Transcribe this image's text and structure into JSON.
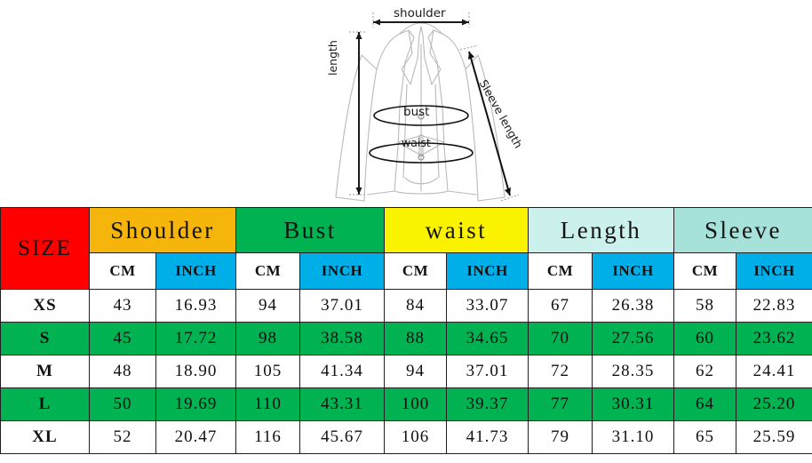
{
  "diagram": {
    "garment": "blazer-line-drawing",
    "labels": {
      "shoulder": "shoulder",
      "length": "length",
      "bust": "bust",
      "waist": "waist",
      "sleeve_length": "Sleeve length"
    }
  },
  "table": {
    "size_header": "SIZE",
    "groups": [
      {
        "label": "Shoulder",
        "color": "#f5b50b"
      },
      {
        "label": "Bust",
        "color": "#00b251"
      },
      {
        "label": "waist",
        "color": "#fbf200"
      },
      {
        "label": "Length",
        "color": "#ccf1ec"
      },
      {
        "label": "Sleeve",
        "color": "#a6e2da"
      }
    ],
    "units": {
      "cm": "CM",
      "inch": "INCH"
    },
    "rows": [
      {
        "size": "XS",
        "stripe": "white",
        "shoulder_cm": "43",
        "shoulder_inch": "16.93",
        "bust_cm": "94",
        "bust_inch": "37.01",
        "waist_cm": "84",
        "waist_inch": "33.07",
        "length_cm": "67",
        "length_inch": "26.38",
        "sleeve_cm": "58",
        "sleeve_inch": "22.83"
      },
      {
        "size": "S",
        "stripe": "green",
        "shoulder_cm": "45",
        "shoulder_inch": "17.72",
        "bust_cm": "98",
        "bust_inch": "38.58",
        "waist_cm": "88",
        "waist_inch": "34.65",
        "length_cm": "70",
        "length_inch": "27.56",
        "sleeve_cm": "60",
        "sleeve_inch": "23.62"
      },
      {
        "size": "M",
        "stripe": "white",
        "shoulder_cm": "48",
        "shoulder_inch": "18.90",
        "bust_cm": "105",
        "bust_inch": "41.34",
        "waist_cm": "94",
        "waist_inch": "37.01",
        "length_cm": "72",
        "length_inch": "28.35",
        "sleeve_cm": "62",
        "sleeve_inch": "24.41"
      },
      {
        "size": "L",
        "stripe": "green",
        "shoulder_cm": "50",
        "shoulder_inch": "19.69",
        "bust_cm": "110",
        "bust_inch": "43.31",
        "waist_cm": "100",
        "waist_inch": "39.37",
        "length_cm": "77",
        "length_inch": "30.31",
        "sleeve_cm": "64",
        "sleeve_inch": "25.20"
      },
      {
        "size": "XL",
        "stripe": "white",
        "shoulder_cm": "52",
        "shoulder_inch": "20.47",
        "bust_cm": "116",
        "bust_inch": "45.67",
        "waist_cm": "106",
        "waist_inch": "41.73",
        "length_cm": "79",
        "length_inch": "31.10",
        "sleeve_cm": "65",
        "sleeve_inch": "25.59"
      }
    ]
  },
  "colors": {
    "size_red": "#fe0000",
    "inch_blue": "#00aee8",
    "stripe_green": "#00b251",
    "border": "#231f20"
  }
}
